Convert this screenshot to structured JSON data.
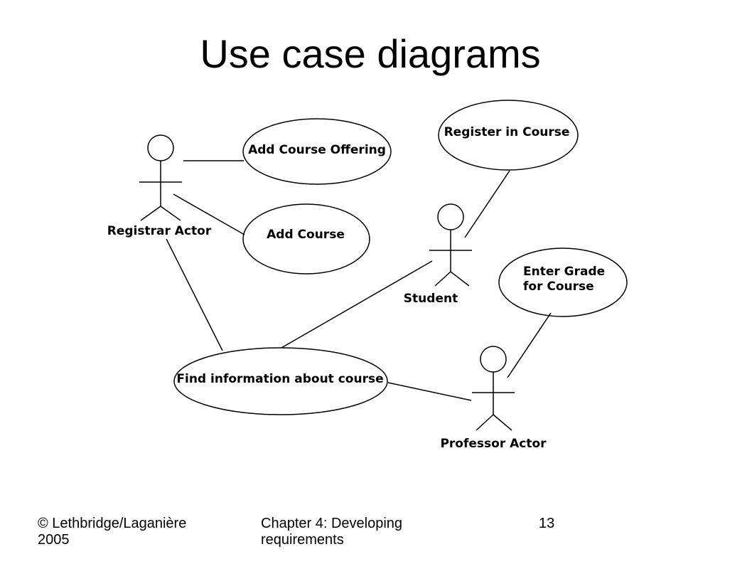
{
  "slide": {
    "title": "Use case diagrams"
  },
  "diagram": {
    "actors": {
      "registrar": "Registrar Actor",
      "student": "Student",
      "professor": "Professor Actor"
    },
    "use_cases": {
      "add_course_offering": "Add Course Offering",
      "add_course": "Add Course",
      "register_in_course": "Register in Course",
      "enter_grade_line1": "Enter Grade",
      "enter_grade_line2": "for Course",
      "find_information": "Find information about course"
    }
  },
  "footer": {
    "copyright": "© Lethbridge/Laganière 2005",
    "chapter": "Chapter 4: Developing requirements",
    "page_number": "13"
  }
}
